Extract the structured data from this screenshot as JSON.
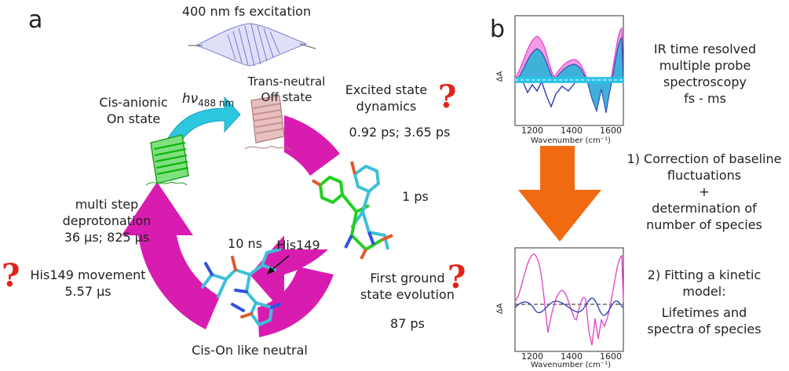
{
  "panel_a": {
    "letter": "a",
    "excitation_label": "400 nm fs excitation",
    "photon_label_h": "h",
    "photon_label_nu": "ν",
    "photon_label_nm": "488 nm",
    "cis_anionic": [
      "Cis-anionic",
      "On state"
    ],
    "trans_neutral": [
      "Trans-neutral",
      "Off state"
    ],
    "excited_state": [
      "Excited state",
      "dynamics"
    ],
    "excited_times": "0.92 ps; 3.65 ps",
    "one_ps": "1 ps",
    "first_ground": [
      "First ground",
      "state evolution"
    ],
    "first_ground_time": "87 ps",
    "ten_ns": "10 ns",
    "his149": "His149",
    "his_movement": [
      "His149 movement",
      "5.57 µs"
    ],
    "deprotonation": [
      "multi step",
      "deprotonation",
      "36 µs; 825 µs"
    ],
    "cis_on_like": "Cis-On like neutral",
    "question_mark": "?",
    "colors": {
      "cycle_arrow": "#d91cb0",
      "photon_arrow": "#2cc6df",
      "question": "#e2231a"
    }
  },
  "panel_b": {
    "letter": "b",
    "ir_title": [
      "IR time resolved",
      "multiple probe",
      "spectroscopy",
      "fs - ms"
    ],
    "step1": [
      "1) Correction of baseline",
      "fluctuations",
      "+",
      "determination of",
      "number of species"
    ],
    "step2": [
      "2) Fitting a kinetic",
      "model:",
      "Lifetimes and",
      "spectra of species"
    ],
    "plot_top": {
      "ylabel": "ΔA",
      "xlabel": "Wavenumber (cm⁻¹)",
      "xticks": [
        "1200",
        "1400",
        "1600"
      ]
    },
    "plot_bottom": {
      "ylabel": "ΔA",
      "xlabel": "Wavenumber (cm⁻¹)",
      "xticks": [
        "1200",
        "1400",
        "1600"
      ]
    },
    "colors": {
      "down_arrow": "#f26a10",
      "magenta": "#e040c8",
      "blue": "#2a3bb0",
      "cyan": "#26c8ea"
    }
  }
}
